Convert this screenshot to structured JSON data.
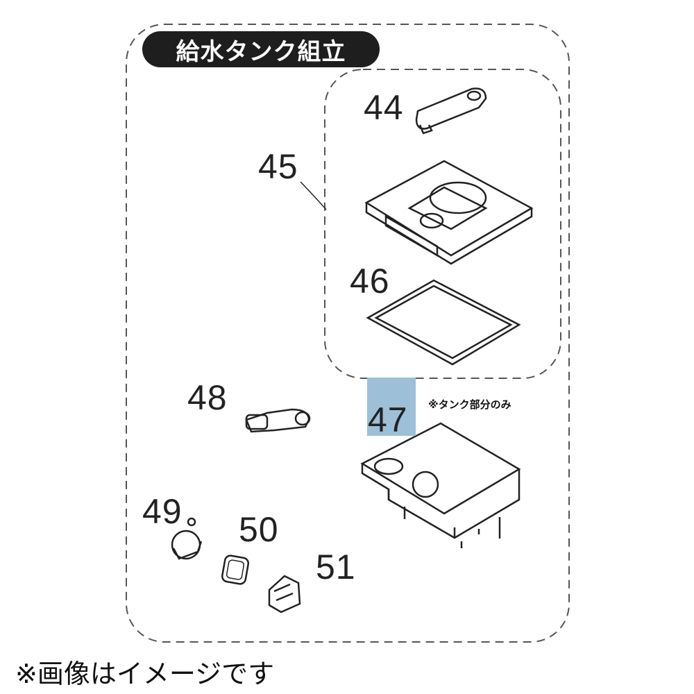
{
  "title": "給水タンク組立",
  "parts": {
    "p44": "44",
    "p45": "45",
    "p46": "46",
    "p47": "47",
    "p48": "48",
    "p49": "49",
    "p50": "50",
    "p51": "51"
  },
  "note_47": "※タンク部分のみ",
  "caption": "※画像はイメージです",
  "colors": {
    "highlight": "#9ebfd8",
    "title_bg": "#1e1e1e"
  }
}
